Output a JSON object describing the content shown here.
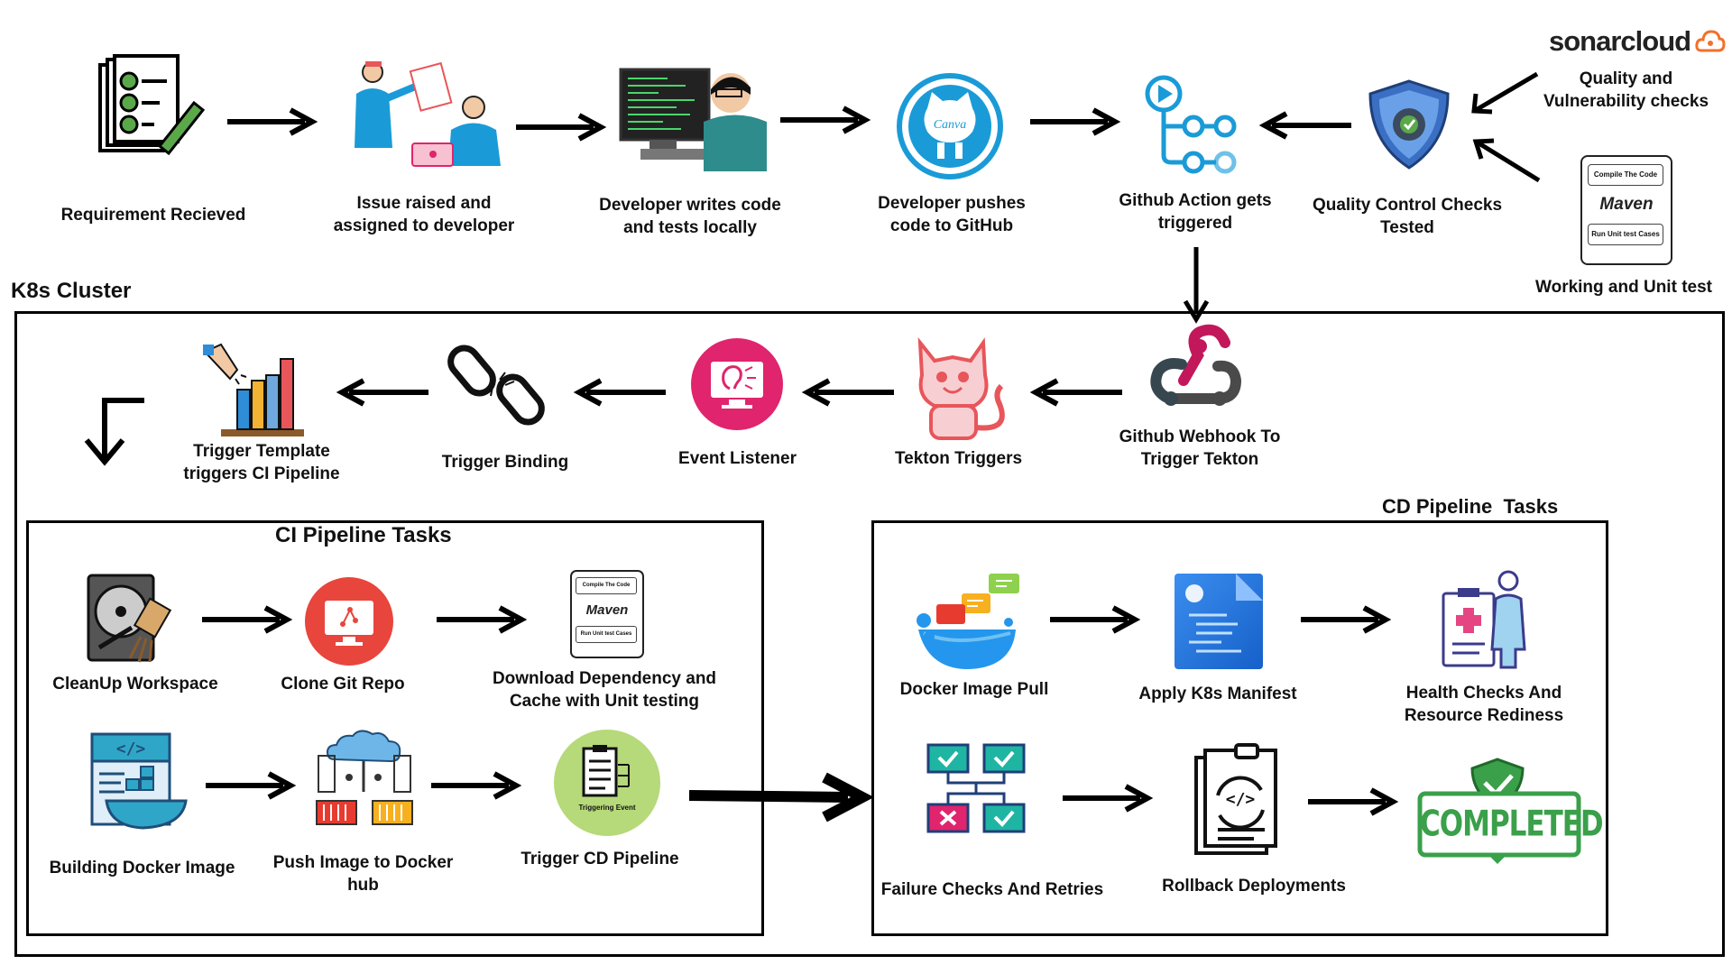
{
  "top_row": {
    "requirement": "Requirement Recieved",
    "issue": "Issue raised and\nassigned to developer",
    "dev_code": "Developer writes code\nand tests locally",
    "dev_push": "Developer pushes\ncode to GitHub",
    "gh_action": "Github Action gets\ntriggered",
    "qc_checks": "Quality Control Checks\nTested",
    "sonar_brand": "sonarcloud",
    "sonar_label": "Quality and\nVulnerability checks",
    "maven_label": "Working and Unit test",
    "canva_text": "Canva"
  },
  "maven_card": {
    "compile": "Compile The Code",
    "brand": "Maven",
    "unit": "Run Unit test Cases"
  },
  "k8s": {
    "title": "K8s Cluster",
    "webhook": "Github Webhook To\nTrigger Tekton",
    "tekton_triggers": "Tekton Triggers",
    "event_listener": "Event Listener",
    "trigger_binding": "Trigger Binding",
    "trigger_template": "Trigger Template\ntriggers CI Pipeline"
  },
  "ci": {
    "title": "CI Pipeline Tasks",
    "cleanup": "CleanUp Workspace",
    "clone": "Clone Git Repo",
    "download": "Download Dependency and\nCache with Unit testing",
    "build": "Building Docker Image",
    "push": "Push Image to Docker\nhub",
    "trigger_cd": "Trigger CD Pipeline",
    "trigger_event_text": "Triggering Event"
  },
  "cd": {
    "title": "CD Pipeline  Tasks",
    "docker_pull": "Docker Image Pull",
    "apply_manifest": "Apply K8s Manifest",
    "health": "Health Checks And\nResource Rediness",
    "failure": "Failure Checks And Retries",
    "rollback": "Rollback Deployments",
    "completed": "COMPLETED"
  },
  "colors": {
    "github_blue": "#1a9bd7",
    "tekton_red": "#e8565a",
    "event_pink": "#e0246d",
    "sonar_orange": "#f3702a",
    "completed_green": "#3aa04a",
    "docker_blue": "#2496ed",
    "ci_green": "#b6d97a"
  }
}
